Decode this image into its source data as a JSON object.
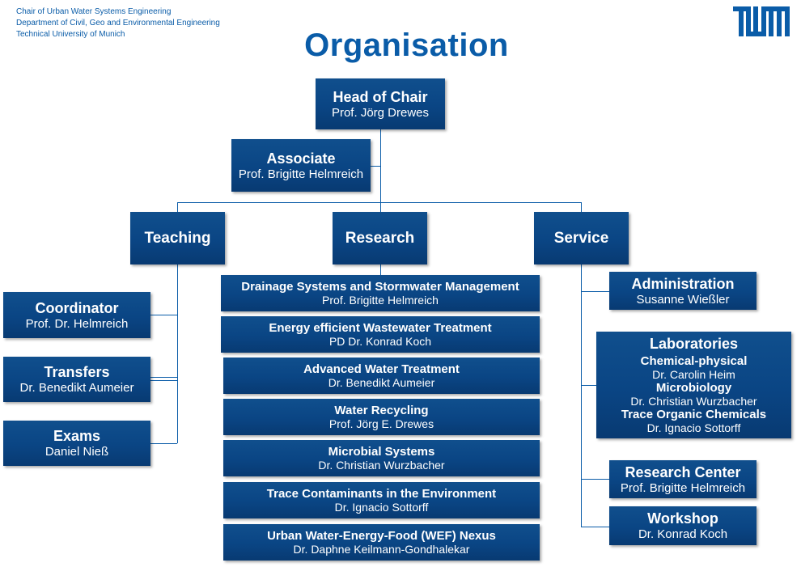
{
  "header": {
    "line1": "Chair  of Urban  Water  Systems Engineering",
    "line2": "Department  of Civil,  Geo  and  Environmental  Engineering",
    "line3": "Technical  University  of Munich"
  },
  "title": "Organisation",
  "logo": {
    "icon": "tum-logo-icon",
    "color": "#0a5ca8"
  },
  "colors": {
    "box": "#0a4584",
    "line": "#0a5ca8",
    "title": "#0a5ca8"
  },
  "head": {
    "title": "Head of Chair",
    "name": "Prof. Jörg Drewes"
  },
  "associate": {
    "title": "Associate",
    "name": "Prof. Brigitte Helmreich"
  },
  "departments": {
    "teaching": "Teaching",
    "research": "Research",
    "service": "Service"
  },
  "teaching": [
    {
      "title": "Coordinator",
      "name": "Prof. Dr. Helmreich"
    },
    {
      "title": "Transfers",
      "name": "Dr. Benedikt Aumeier"
    },
    {
      "title": "Exams",
      "name": "Daniel Nieß"
    }
  ],
  "research": [
    {
      "title": "Drainage Systems and Stormwater Management",
      "name": "Prof. Brigitte Helmreich"
    },
    {
      "title": "Energy efficient Wastewater Treatment",
      "name": "PD Dr. Konrad Koch"
    },
    {
      "title": "Advanced Water Treatment",
      "name": "Dr. Benedikt Aumeier"
    },
    {
      "title": "Water Recycling",
      "name": "Prof. Jörg E. Drewes"
    },
    {
      "title": "Microbial Systems",
      "name": "Dr. Christian Wurzbacher"
    },
    {
      "title": "Trace Contaminants in the Environment",
      "name": "Dr. Ignacio Sottorff"
    },
    {
      "title": "Urban Water-Energy-Food (WEF) Nexus",
      "name": "Dr. Daphne Keilmann-Gondhalekar"
    }
  ],
  "service": {
    "administration": {
      "title": "Administration",
      "name": "Susanne Wießler"
    },
    "laboratories": {
      "title": "Laboratories",
      "groups": [
        {
          "title": "Chemical-physical",
          "name": "Dr. Carolin Heim"
        },
        {
          "title": "Microbiology",
          "name": "Dr. Christian Wurzbacher"
        },
        {
          "title": "Trace Organic Chemicals",
          "name": "Dr. Ignacio Sottorff"
        }
      ]
    },
    "research_center": {
      "title": "Research Center",
      "name": "Prof. Brigitte Helmreich"
    },
    "workshop": {
      "title": "Workshop",
      "name": "Dr. Konrad Koch"
    }
  }
}
